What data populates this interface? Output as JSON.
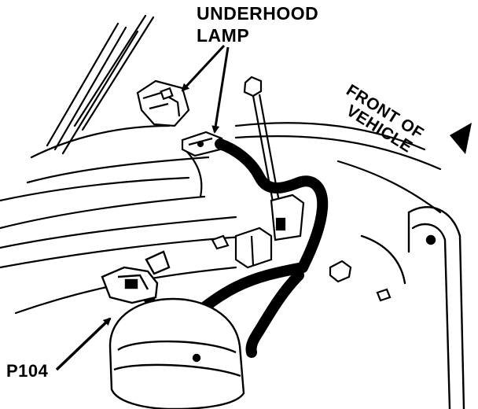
{
  "labels": {
    "underhood_lamp_line1": "UNDERHOOD",
    "underhood_lamp_line2": "LAMP",
    "front_of_vehicle_line1": "FRONT OF",
    "front_of_vehicle_line2": "VEHICLE",
    "connector": "P104"
  },
  "colors": {
    "ink": "#000000",
    "paper": "#ffffff"
  },
  "icons": [
    "arrow-icon"
  ]
}
